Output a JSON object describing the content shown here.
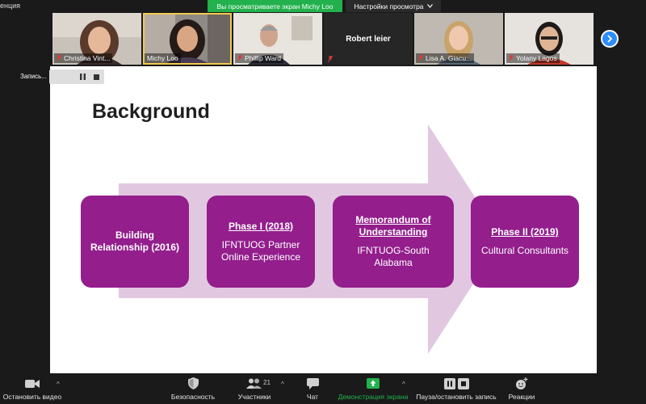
{
  "window": {
    "conference_label": "енция",
    "view_banner": "Вы просматриваете экран Michy Loo",
    "view_settings": "Настройки просмотра"
  },
  "participants": [
    {
      "name": "Christina Vint...",
      "video": true,
      "muted": true
    },
    {
      "name": "Michy Loo",
      "video": true,
      "muted": false,
      "active": true
    },
    {
      "name": "Phillip Ward",
      "video": true,
      "muted": true
    },
    {
      "name": "Robert leier",
      "video": false,
      "muted": true
    },
    {
      "name": "Lisa A. Giacu...",
      "video": true,
      "muted": true
    },
    {
      "name": "Yolany Lagos",
      "video": true,
      "muted": true
    }
  ],
  "recording": {
    "label": "Запись..."
  },
  "slide": {
    "title": "Background",
    "boxes": [
      {
        "heading": "Building Relationship (2016)",
        "text": ""
      },
      {
        "heading": "Phase I (2018)",
        "text": "IFNTUOG Partner Online Experience"
      },
      {
        "heading": "Memorandum of Understanding",
        "text": "IFNTUOG-South Alabama"
      },
      {
        "heading": "Phase II (2019)",
        "text": "Cultural Consultants"
      }
    ]
  },
  "toolbar": {
    "stop_video": "Остановить видео",
    "security": "Безопасность",
    "participants": "Участники",
    "participants_count": "21",
    "chat": "Чат",
    "share_screen": "Демонстрация экрана",
    "pause_recording": "Пауза/остановить запись",
    "reactions": "Реакции"
  },
  "colors": {
    "accent_purple": "#931e8c",
    "arrow_lilac": "#e1c8e0",
    "share_green": "#22b14c",
    "zoom_blue": "#2d8cff"
  }
}
